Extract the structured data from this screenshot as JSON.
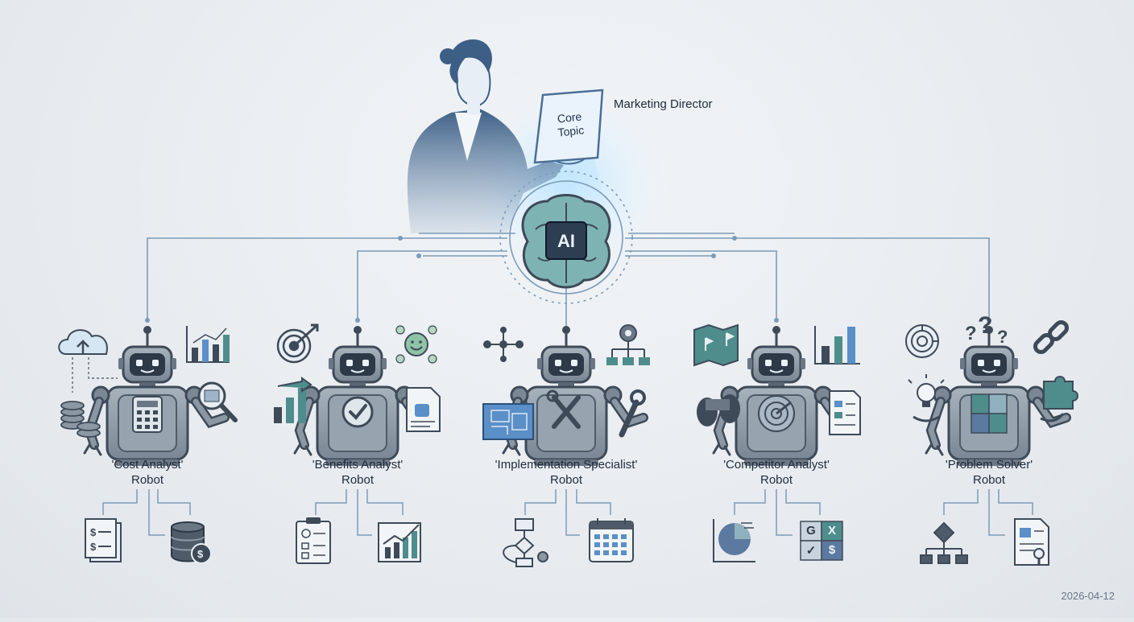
{
  "director": {
    "label": "Marketing Director",
    "card_text": "Core Topic"
  },
  "hub": {
    "label": "AI"
  },
  "robots": [
    {
      "title": "'Cost Analyst'",
      "subtitle": "Robot",
      "chest_icon": "calculator-icon",
      "side_icons": [
        "cloud-upload-icon",
        "coin-stack-icon",
        "bar-chart-icon",
        "magnifier-icon"
      ],
      "output_icons": [
        "invoice-stack-icon",
        "database-coin-icon"
      ]
    },
    {
      "title": "'Benefits Analyst'",
      "subtitle": "Robot",
      "chest_icon": "checkmark-icon",
      "side_icons": [
        "target-icon",
        "growth-bars-icon",
        "happy-face-icon",
        "thumbs-up-doc-icon"
      ],
      "output_icons": [
        "clipboard-checklist-icon",
        "trend-chart-icon"
      ]
    },
    {
      "title": "'Implementation Specialist'",
      "subtitle": "Robot",
      "chest_icon": "wrench-screwdriver-icon",
      "side_icons": [
        "timeline-icon",
        "blueprint-icon",
        "gear-hierarchy-icon",
        "wrench-icon"
      ],
      "output_icons": [
        "flowchart-gear-icon",
        "calendar-icon"
      ]
    },
    {
      "title": "'Competitor Analyst'",
      "subtitle": "Robot",
      "chest_icon": "radar-icon",
      "side_icons": [
        "map-flags-icon",
        "telescope-icon",
        "bar-chart-icon",
        "report-icon"
      ],
      "output_icons": [
        "pie-chart-icon",
        "comparison-grid-icon"
      ]
    },
    {
      "title": "'Problem Solver'",
      "subtitle": "Robot",
      "chest_icon": "puzzle-icon",
      "side_icons": [
        "maze-icon",
        "question-marks-icon",
        "chain-link-icon",
        "lightbulb-icon",
        "puzzle-piece-icon"
      ],
      "output_icons": [
        "decision-tree-icon",
        "document-search-icon"
      ]
    }
  ],
  "comparison_grid": {
    "cells": [
      "G",
      "X",
      "✓",
      "$"
    ]
  },
  "date_stamp": "2026-04-12",
  "colors": {
    "background": "#e8ecf0",
    "line": "#7c9bb8",
    "robot_body": "#8b97a3",
    "robot_dark": "#3e4a58",
    "accent_blue": "#5a8fc7",
    "accent_teal": "#4f8d8c",
    "glow": "#9fd4f5"
  }
}
